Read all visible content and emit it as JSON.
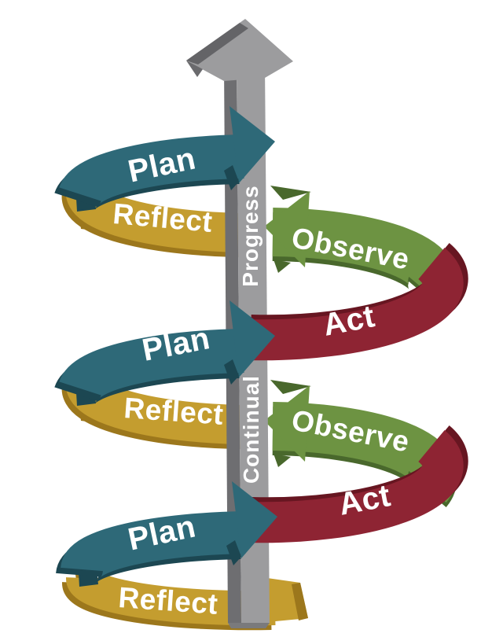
{
  "diagram": {
    "background_color": "#ffffff",
    "pole": {
      "upper_label": "Progress",
      "lower_label": "Continual",
      "face_color": "#9C9C9E",
      "side_color": "#6E6E71",
      "bevel_color": "#646467"
    },
    "colors": {
      "plan": "#2E6978",
      "plan_dark": "#1C4752",
      "reflect": "#C49D2F",
      "reflect_dark": "#9C771C",
      "observe": "#6D9342",
      "observe_dark": "#49682C",
      "act": "#8E2433",
      "act_dark": "#671621"
    },
    "cycles": [
      {
        "plan": "Plan",
        "reflect": "Reflect",
        "observe": "Observe",
        "act": "Act"
      },
      {
        "plan": "Plan",
        "reflect": "Reflect",
        "observe": "Observe",
        "act": "Act"
      },
      {
        "plan": "Plan",
        "reflect": "Reflect"
      }
    ]
  }
}
